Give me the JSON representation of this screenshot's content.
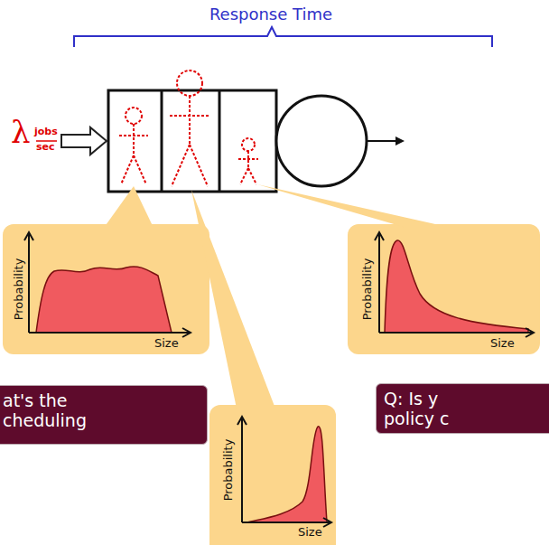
{
  "diagram": {
    "nodes": [
      {
        "text": [
          "Probability",
          "Size"
        ]
      },
      {
        "text": [
          "Probability",
          "Size"
        ]
      },
      {
        "text": [
          "at's the cheduling"
        ]
      },
      {
        "text": [
          "Q: Is y policy c"
        ]
      },
      {
        "text": [
          "Probability",
          "Size"
        ]
      }
    ],
    "labels": [
      "Response Time",
      "λ",
      "jobs",
      "sec"
    ]
  }
}
